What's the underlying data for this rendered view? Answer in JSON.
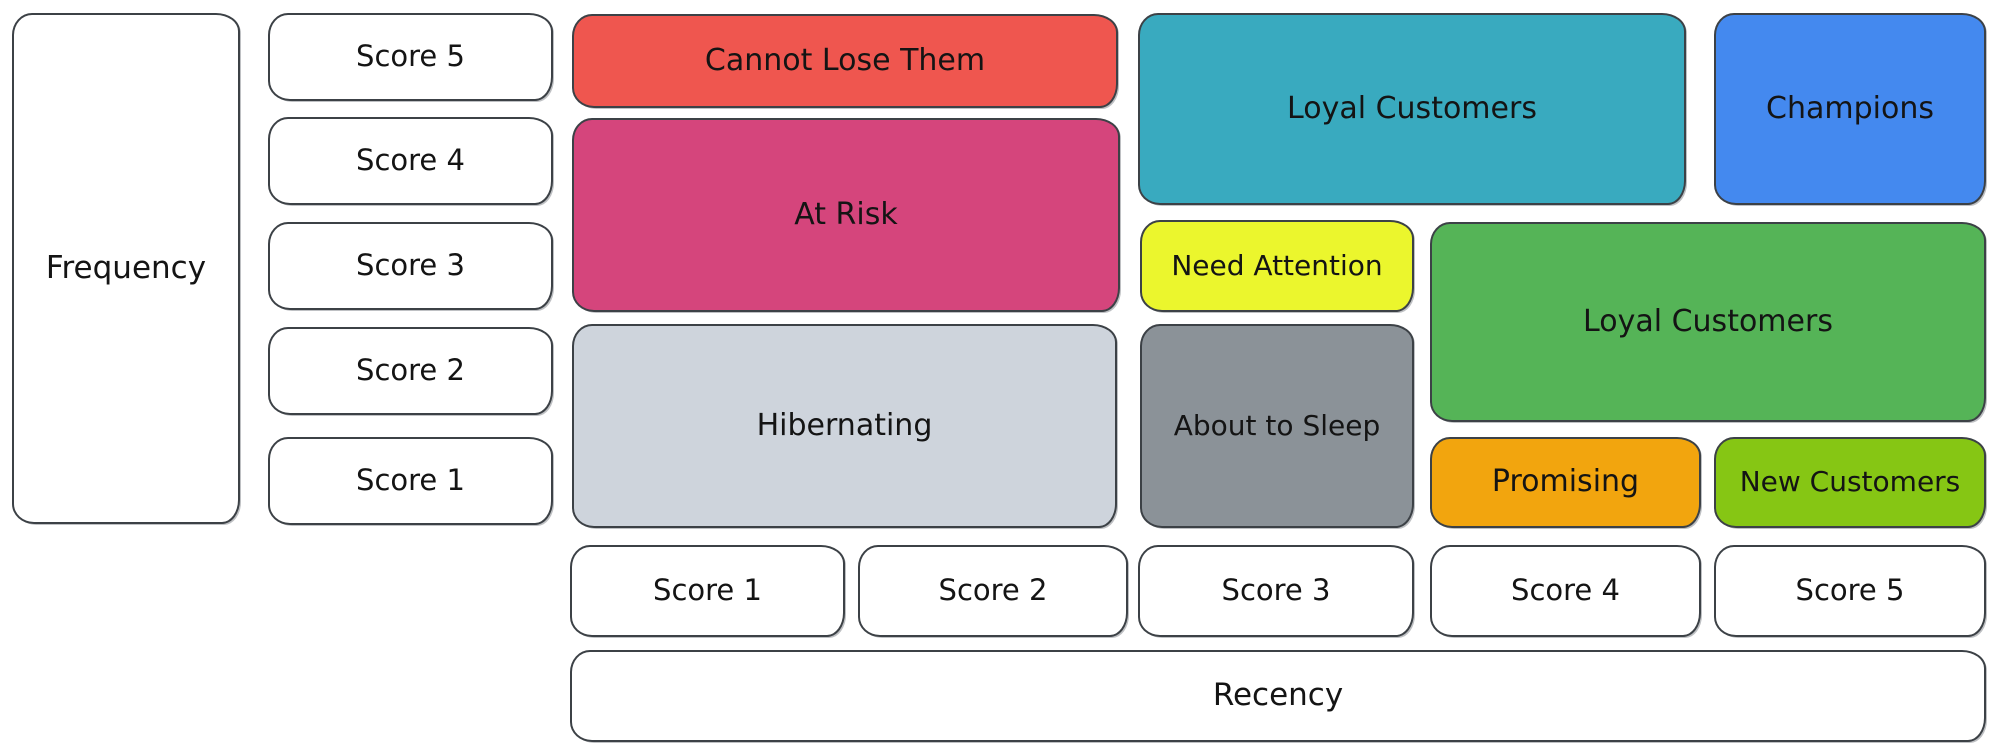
{
  "diagram": {
    "type": "rfm-segmentation-matrix",
    "background_color": "#ffffff",
    "stroke_color": "#3c4146",
    "text_color": "#141414"
  },
  "y_axis": {
    "label": "Frequency",
    "scores": [
      "Score 5",
      "Score 4",
      "Score 3",
      "Score 2",
      "Score 1"
    ]
  },
  "x_axis": {
    "label": "Recency",
    "scores": [
      "Score 1",
      "Score 2",
      "Score 3",
      "Score 4",
      "Score 5"
    ]
  },
  "segments": [
    {
      "label": "Cannot Lose Them",
      "color": "#ef564f",
      "recency_scores": "1-2",
      "frequency_scores": "5"
    },
    {
      "label": "At Risk",
      "color": "#d5457c",
      "recency_scores": "1-2",
      "frequency_scores": "3-4"
    },
    {
      "label": "Hibernating",
      "color": "#ced4dc",
      "recency_scores": "1-2",
      "frequency_scores": "1-2"
    },
    {
      "label": "Loyal Customers",
      "color": "#39aabf",
      "recency_scores": "3-4",
      "frequency_scores": "4-5"
    },
    {
      "label": "Champions",
      "color": "#4489ef",
      "recency_scores": "5",
      "frequency_scores": "4-5"
    },
    {
      "label": "Need Attention",
      "color": "#ebf62d",
      "recency_scores": "3",
      "frequency_scores": "3"
    },
    {
      "label": "About to Sleep",
      "color": "#8b9298",
      "recency_scores": "3",
      "frequency_scores": "1-2"
    },
    {
      "label": "Loyal Customers",
      "color": "#55b457",
      "recency_scores": "4-5",
      "frequency_scores": "2-3"
    },
    {
      "label": "Promising",
      "color": "#f2a50e",
      "recency_scores": "4",
      "frequency_scores": "1"
    },
    {
      "label": "New Customers",
      "color": "#86c614",
      "recency_scores": "5",
      "frequency_scores": "1"
    }
  ]
}
